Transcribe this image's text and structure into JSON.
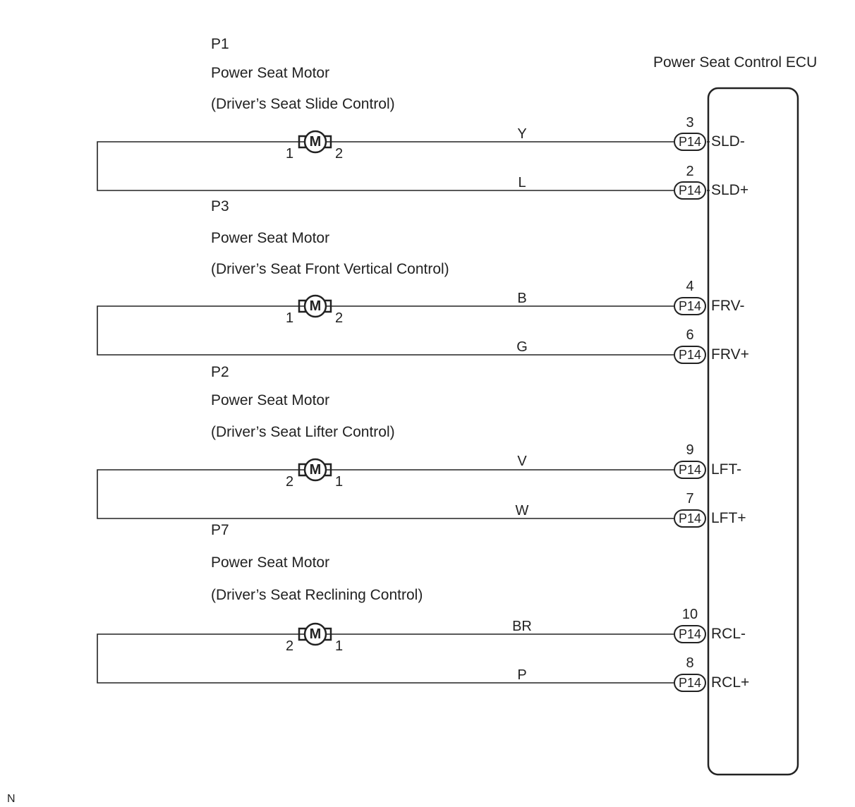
{
  "ecu": {
    "title": "Power Seat Control ECU"
  },
  "note": "N",
  "motor_symbol": "M",
  "connector_label": "P14",
  "motors": [
    {
      "code": "P1",
      "name": "Power Seat Motor",
      "desc": "(Driver’s Seat Slide Control)",
      "left_pin": "1",
      "right_pin": "2",
      "top_wire": {
        "color": "Y",
        "pin": "3",
        "terminal": "SLD-"
      },
      "bottom_wire": {
        "color": "L",
        "pin": "2",
        "terminal": "SLD+"
      }
    },
    {
      "code": "P3",
      "name": "Power Seat Motor",
      "desc": "(Driver’s Seat Front Vertical Control)",
      "left_pin": "1",
      "right_pin": "2",
      "top_wire": {
        "color": "B",
        "pin": "4",
        "terminal": "FRV-"
      },
      "bottom_wire": {
        "color": "G",
        "pin": "6",
        "terminal": "FRV+"
      }
    },
    {
      "code": "P2",
      "name": "Power Seat Motor",
      "desc": "(Driver’s Seat Lifter Control)",
      "left_pin": "2",
      "right_pin": "1",
      "top_wire": {
        "color": "V",
        "pin": "9",
        "terminal": "LFT-"
      },
      "bottom_wire": {
        "color": "W",
        "pin": "7",
        "terminal": "LFT+"
      }
    },
    {
      "code": "P7",
      "name": "Power Seat Motor",
      "desc": "(Driver’s Seat Reclining Control)",
      "left_pin": "2",
      "right_pin": "1",
      "top_wire": {
        "color": "BR",
        "pin": "10",
        "terminal": "RCL-"
      },
      "bottom_wire": {
        "color": "P",
        "pin": "8",
        "terminal": "RCL+"
      }
    }
  ]
}
